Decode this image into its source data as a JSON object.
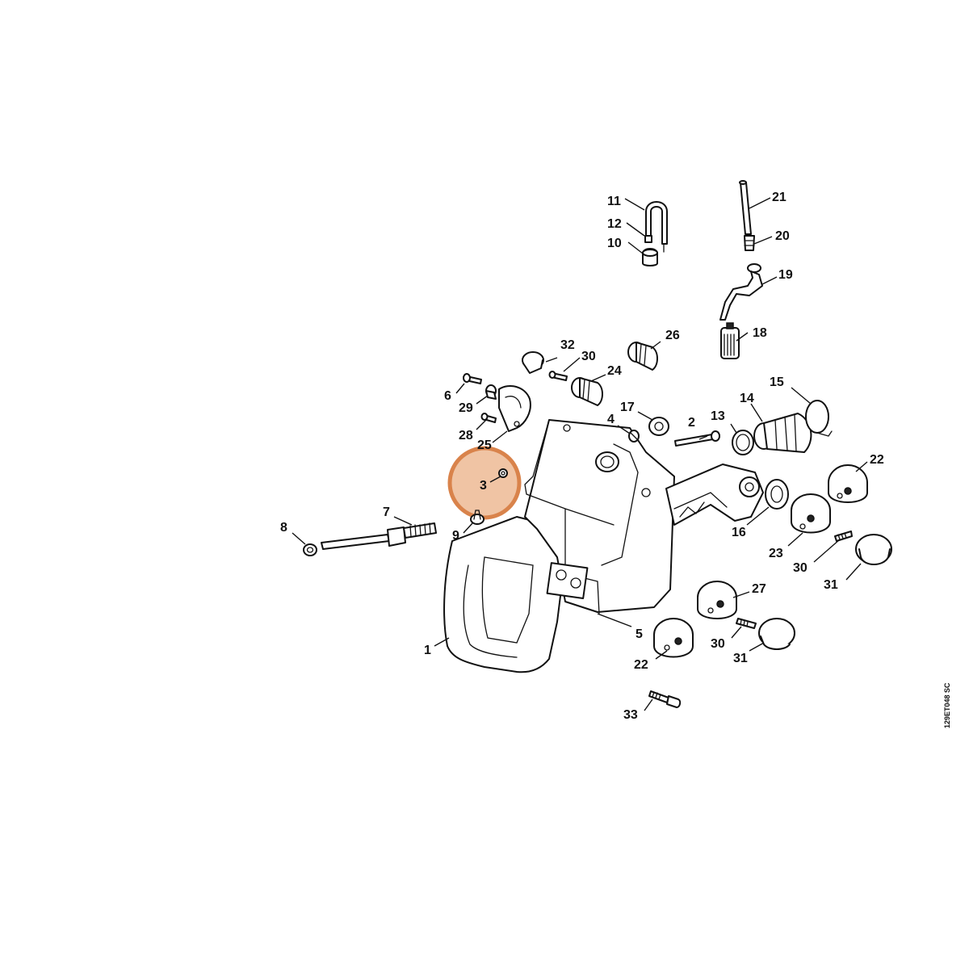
{
  "drawing_code": "129ET048 SC",
  "highlight": {
    "part": "3",
    "color": "#d9834b",
    "fill": "#f0c4a4"
  },
  "parts": [
    {
      "id": "p1",
      "label": "1"
    },
    {
      "id": "p2",
      "label": "2"
    },
    {
      "id": "p3",
      "label": "3"
    },
    {
      "id": "p4",
      "label": "4"
    },
    {
      "id": "p5",
      "label": "5"
    },
    {
      "id": "p6",
      "label": "6"
    },
    {
      "id": "p7",
      "label": "7"
    },
    {
      "id": "p8",
      "label": "8"
    },
    {
      "id": "p9",
      "label": "9"
    },
    {
      "id": "p10",
      "label": "10"
    },
    {
      "id": "p11",
      "label": "11"
    },
    {
      "id": "p12",
      "label": "12"
    },
    {
      "id": "p13",
      "label": "13"
    },
    {
      "id": "p14",
      "label": "14"
    },
    {
      "id": "p15",
      "label": "15"
    },
    {
      "id": "p16",
      "label": "16"
    },
    {
      "id": "p17",
      "label": "17"
    },
    {
      "id": "p18",
      "label": "18"
    },
    {
      "id": "p19",
      "label": "19"
    },
    {
      "id": "p20",
      "label": "20"
    },
    {
      "id": "p21",
      "label": "21"
    },
    {
      "id": "p22a",
      "label": "22"
    },
    {
      "id": "p22b",
      "label": "22"
    },
    {
      "id": "p23",
      "label": "23"
    },
    {
      "id": "p24",
      "label": "24"
    },
    {
      "id": "p25",
      "label": "25"
    },
    {
      "id": "p26",
      "label": "26"
    },
    {
      "id": "p27",
      "label": "27"
    },
    {
      "id": "p28",
      "label": "28"
    },
    {
      "id": "p29",
      "label": "29"
    },
    {
      "id": "p30a",
      "label": "30"
    },
    {
      "id": "p30b",
      "label": "30"
    },
    {
      "id": "p30c",
      "label": "30"
    },
    {
      "id": "p31a",
      "label": "31"
    },
    {
      "id": "p31b",
      "label": "31"
    },
    {
      "id": "p32",
      "label": "32"
    },
    {
      "id": "p33",
      "label": "33"
    }
  ]
}
